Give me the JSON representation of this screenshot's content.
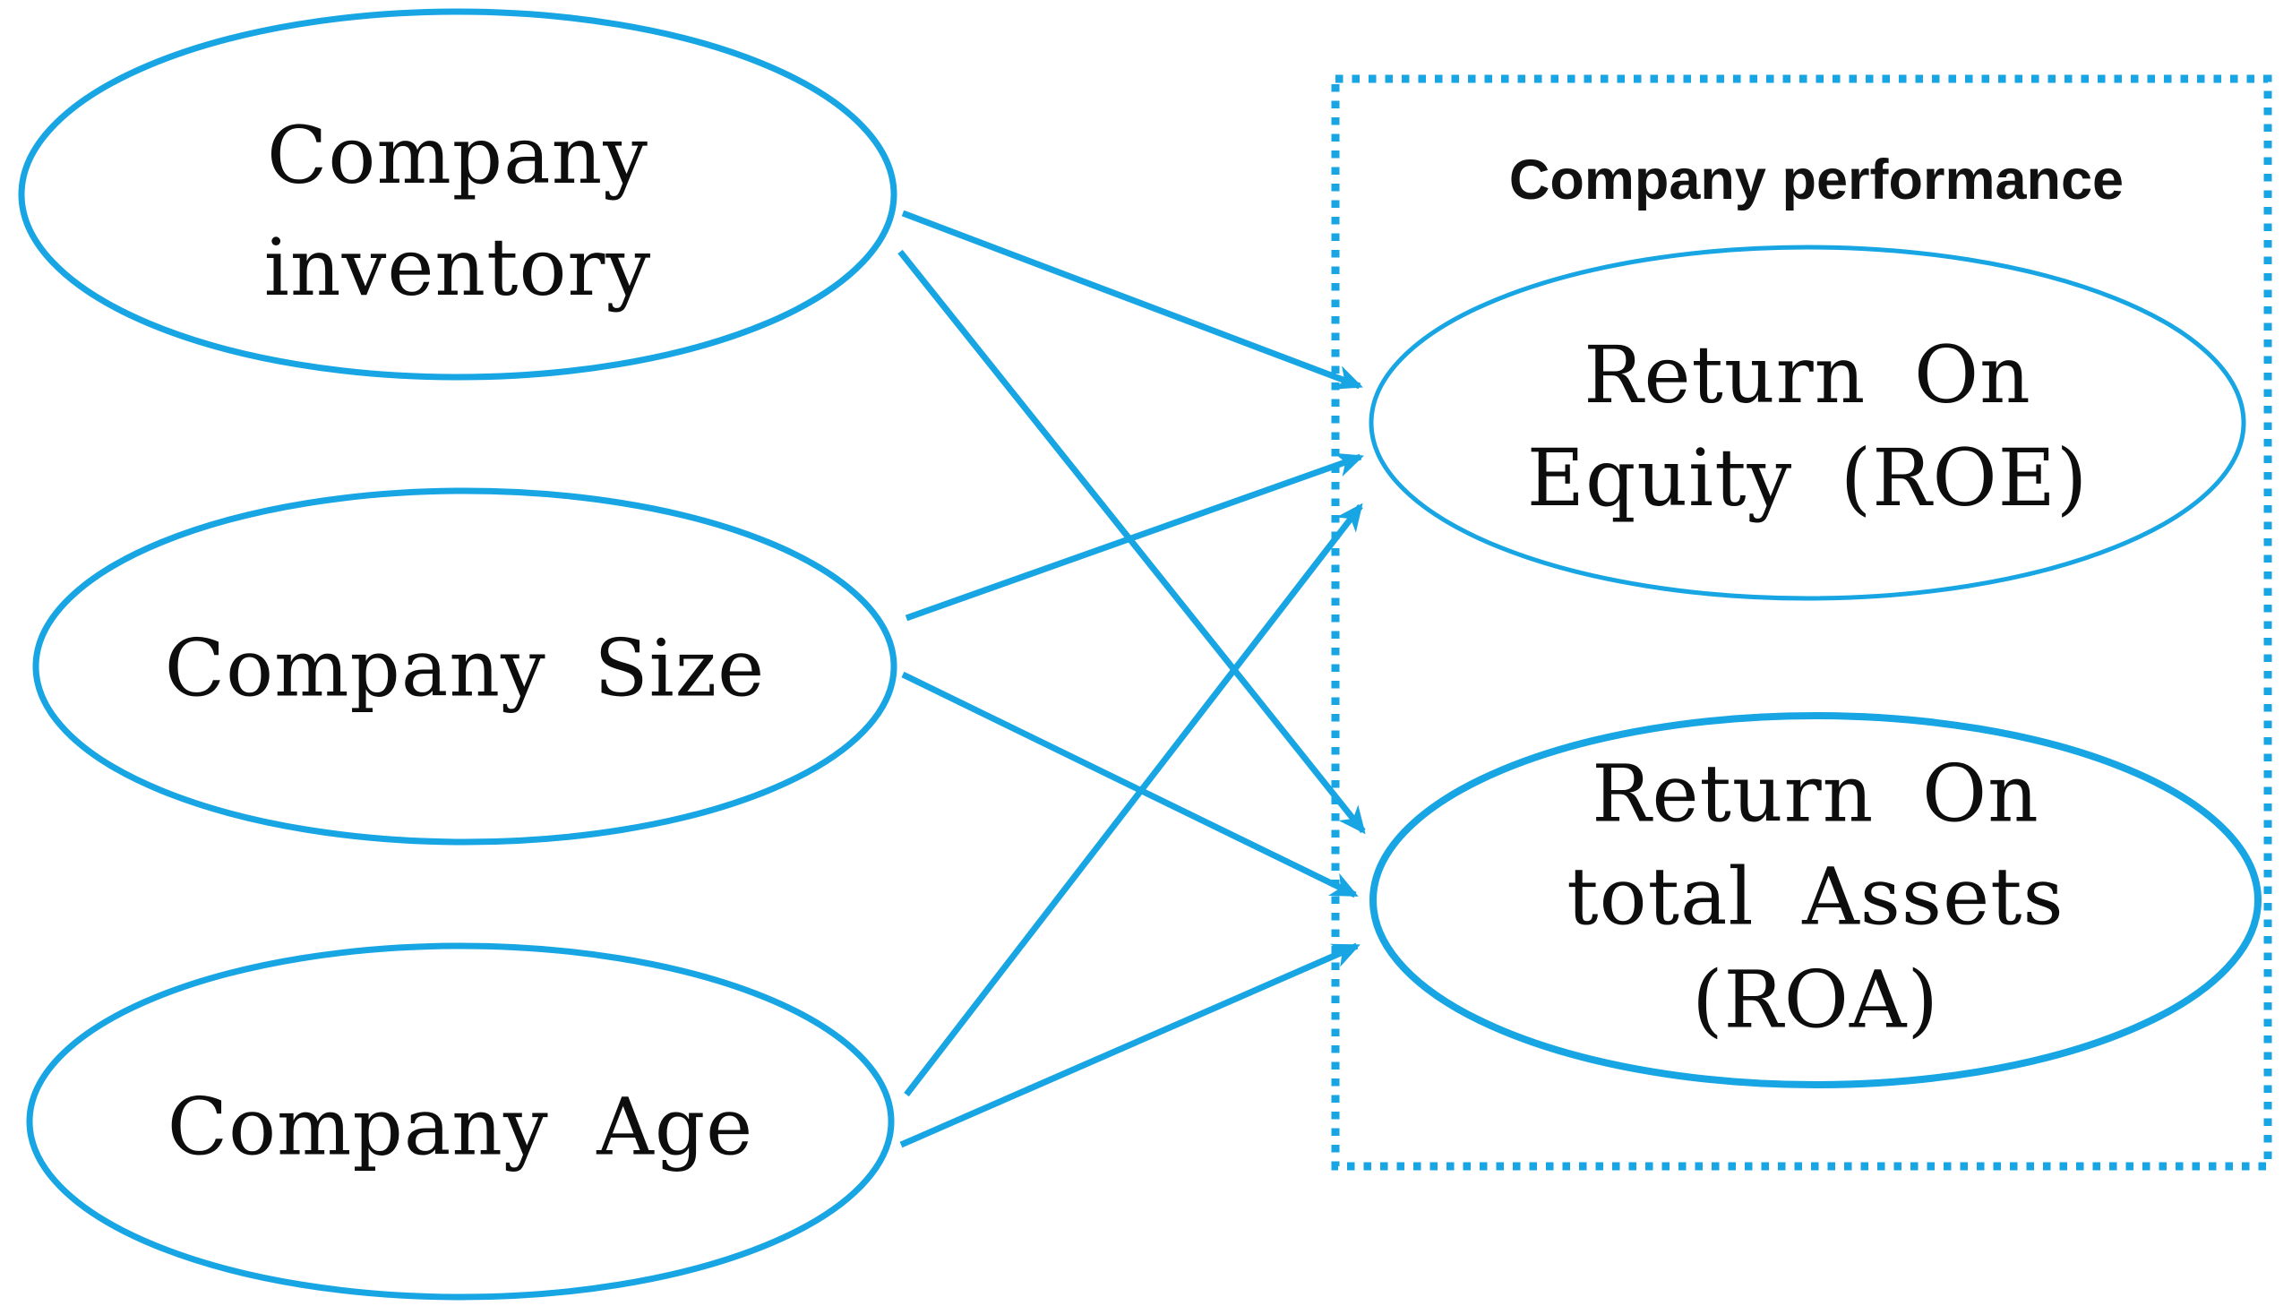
{
  "diagram": {
    "type": "concept-model",
    "background": "#ffffff",
    "accent_color": "#17a5e3",
    "text_color": "#0d0d0d",
    "group_box": {
      "label": "Company performance"
    },
    "nodes": [
      {
        "id": "company-inventory",
        "shape": "ellipse",
        "label": "Company inventory",
        "lines": [
          "Company",
          "inventory"
        ]
      },
      {
        "id": "company-size",
        "shape": "ellipse",
        "label": "Company Size",
        "lines": [
          "Company Size"
        ]
      },
      {
        "id": "company-age",
        "shape": "ellipse",
        "label": "Company Age",
        "lines": [
          "Company Age"
        ]
      },
      {
        "id": "roe",
        "shape": "ellipse",
        "label": "Return On Equity (ROE)",
        "lines": [
          "Return On",
          "Equity (ROE)"
        ]
      },
      {
        "id": "roa",
        "shape": "ellipse",
        "label": "Return On total Assets (ROA)",
        "lines": [
          "Return On",
          "total Assets",
          "(ROA)"
        ]
      }
    ],
    "edges": [
      {
        "from": "company-inventory",
        "to": "roe",
        "style": "arrow"
      },
      {
        "from": "company-inventory",
        "to": "roa",
        "style": "arrow"
      },
      {
        "from": "company-size",
        "to": "roe",
        "style": "arrow"
      },
      {
        "from": "company-size",
        "to": "roa",
        "style": "arrow"
      },
      {
        "from": "company-age",
        "to": "roe",
        "style": "arrow"
      },
      {
        "from": "company-age",
        "to": "roa",
        "style": "arrow"
      }
    ]
  }
}
